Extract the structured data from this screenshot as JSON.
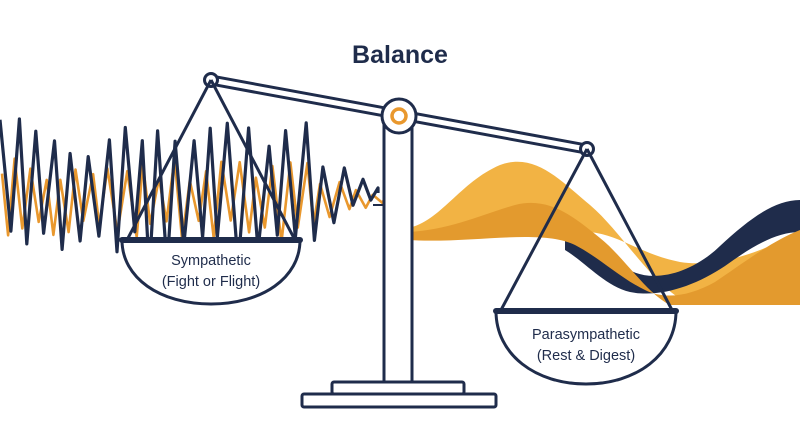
{
  "title": "Balance",
  "left_pan": {
    "line1": "Sympathetic",
    "line2": "(Fight or Flight)"
  },
  "right_pan": {
    "line1": "Parasympathetic",
    "line2": "(Rest & Digest)"
  },
  "colors": {
    "navy": "#1f2c4b",
    "orange": "#e9982e",
    "orange_light": "#f2b344",
    "orange_dark": "#d88d2a",
    "background": "#ffffff"
  }
}
